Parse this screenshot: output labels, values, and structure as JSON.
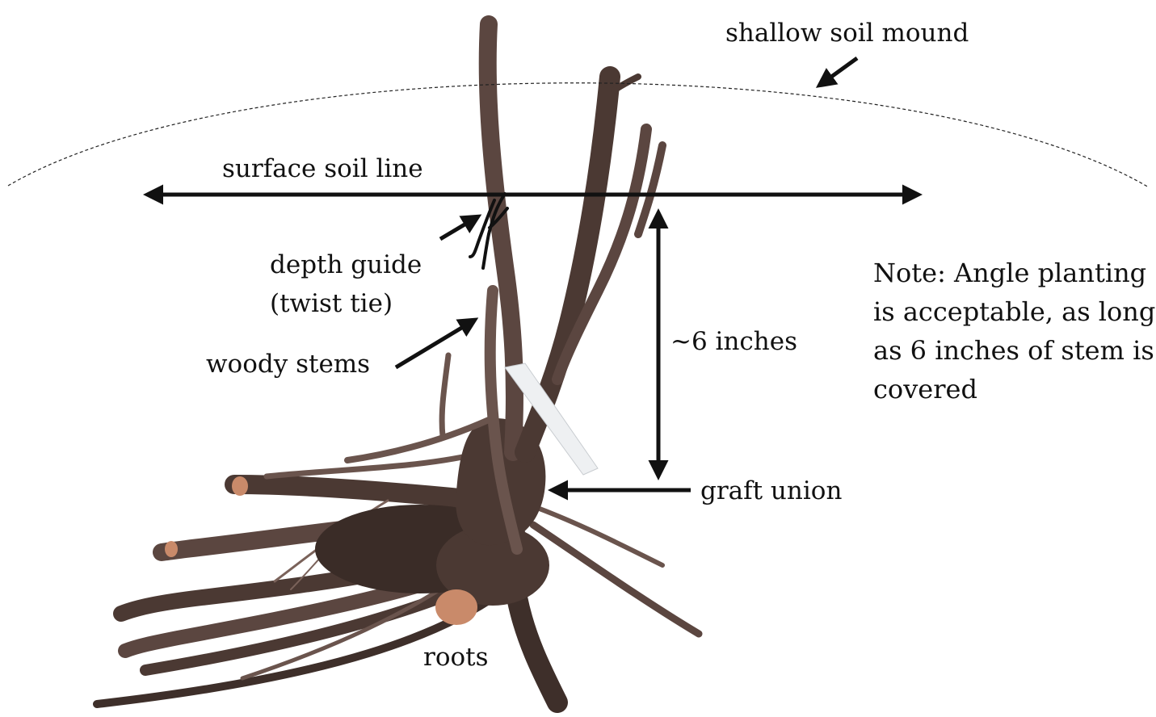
{
  "labels": {
    "shallow_soil_mound": "shallow soil mound",
    "surface_soil_line": "surface soil line",
    "depth_guide_line1": "depth guide",
    "depth_guide_line2": "(twist tie)",
    "woody_stems": "woody stems",
    "six_inches": "~6 inches",
    "graft_union": "graft union",
    "roots": "roots"
  },
  "note": {
    "lines": [
      "Note: Angle planting",
      "is acceptable, as long",
      "as 6 inches of stem is",
      "covered"
    ]
  },
  "colors": {
    "ink": "#111111",
    "stem_dark": "#3e2f2a",
    "stem_mid": "#5b4640",
    "stem_light": "#7a625a",
    "root_cut": "#c98a6a",
    "tag": "#eef0f2"
  }
}
